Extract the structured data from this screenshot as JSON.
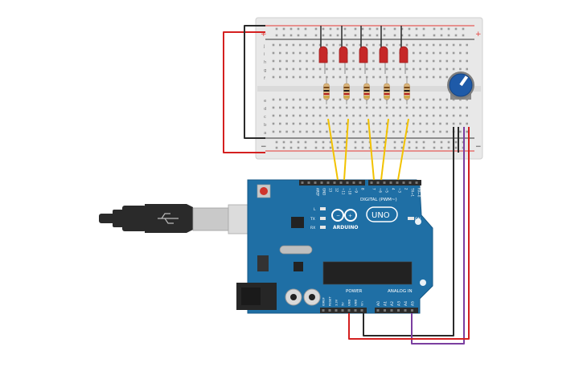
{
  "colors": {
    "background": "#ffffff",
    "breadboard": "#e8e8e8",
    "rail_red": "#e53935",
    "rail_blue": "#333333",
    "wire_red": "#d42020",
    "wire_black": "#2a2a2a",
    "wire_yellow": "#f2c200",
    "wire_purple": "#7b3fa0",
    "led": "#c62828",
    "board": "#1f6fa5",
    "board_edge": "#175a87",
    "header": "#2b2b2b",
    "pot": "#1e5aa8",
    "usb_cable": "#2a2a2a",
    "usb_metal": "#c9c9c9"
  },
  "breadboard": {
    "rail_plus": "+",
    "rail_minus": "−",
    "row_letters_top": [
      "j",
      "i",
      "h",
      "g",
      "f"
    ],
    "row_letters_bottom": [
      "e",
      "d",
      "c",
      "b",
      "a"
    ],
    "column_count": 30
  },
  "components": {
    "led_count": 5,
    "resistor_count": 5,
    "potentiometer_icon": "potentiometer-knob-icon"
  },
  "arduino": {
    "brand": "ARDUINO",
    "model": "UNO",
    "digital_label": "DIGITAL (PWM~)",
    "analog_label": "ANALOG IN",
    "power_label": "POWER",
    "on_label": "ON",
    "l_label": "L",
    "tx_label": "TX",
    "rx_label": "RX",
    "digital_pins": [
      "AREF",
      "GND",
      "13",
      "12",
      "~11",
      "~10",
      "~9",
      "8",
      "7",
      "~6",
      "~5",
      "4",
      "~3",
      "2",
      "TX→1",
      "RX←0"
    ],
    "power_pins": [
      "IOREF",
      "RESET",
      "3.3V",
      "5V",
      "GND",
      "GND",
      "Vin"
    ],
    "analog_pins": [
      "A0",
      "A1",
      "A2",
      "A3",
      "A4",
      "A5"
    ],
    "usb_icon": "usb-icon"
  }
}
